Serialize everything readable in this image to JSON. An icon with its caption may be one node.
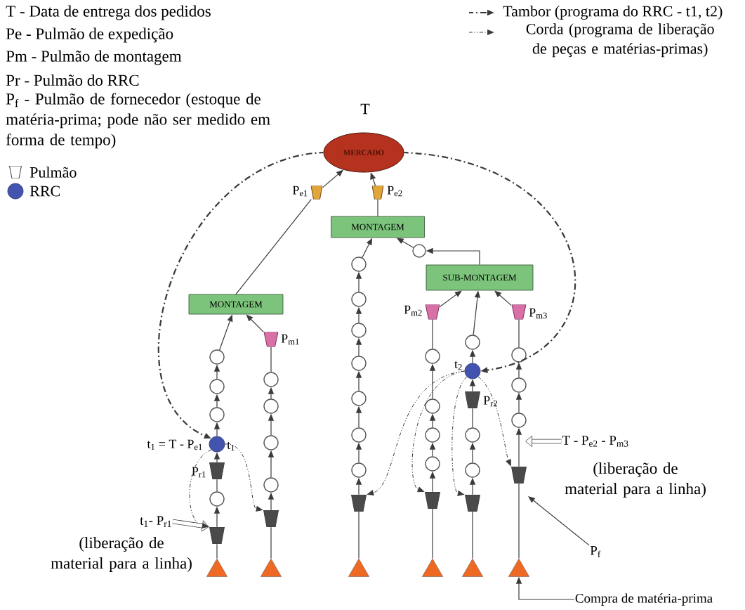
{
  "diagram": {
    "nodes": [
      {
        "text": [
          "MERCADO"
        ],
        "beside": [
          "T"
        ]
      },
      {
        "text": [],
        "shape": "trapezoid",
        "beside": [
          "P$_{e1}$"
        ]
      },
      {
        "text": [],
        "shape": "trapezoid",
        "beside": [
          "P$_{e2}$"
        ]
      },
      {
        "text": [
          "MONTAGEM"
        ]
      },
      {
        "text": [],
        "shape": "circle"
      },
      {
        "text": [
          "SUB-MONTAGEM"
        ]
      },
      {
        "text": [
          "MONTAGEM"
        ]
      },
      {
        "text": [],
        "shape": "trapezoid",
        "beside": [
          "P$_{m1}$"
        ]
      },
      {
        "text": [],
        "shape": "trapezoid",
        "beside": [
          "P$_{m2}$"
        ]
      },
      {
        "text": [],
        "shape": "trapezoid",
        "beside": [
          "P$_{m3}$"
        ]
      },
      {
        "text": [],
        "shape": "circle"
      },
      {
        "text": [],
        "shape": "circle"
      },
      {
        "text": [],
        "shape": "circle"
      },
      {
        "text": [],
        "shape": "circle",
        "beside": [
          "t$_{1}$ = T - P$_{e1}$",
          "t$_{1}$"
        ]
      },
      {
        "text": [],
        "shape": "trapezoid",
        "beside": [
          "P$_{r1}$"
        ]
      },
      {
        "text": [],
        "shape": "circle"
      },
      {
        "text": [],
        "shape": "trapezoid"
      },
      {
        "text": [],
        "shape": "triangle"
      },
      {
        "text": [],
        "shape": "circle"
      },
      {
        "text": [],
        "shape": "circle"
      },
      {
        "text": [],
        "shape": "circle"
      },
      {
        "text": [],
        "shape": "circle"
      },
      {
        "text": [],
        "shape": "trapezoid"
      },
      {
        "text": [],
        "shape": "triangle"
      },
      {
        "text": [],
        "shape": "circle"
      },
      {
        "text": [],
        "shape": "circle"
      },
      {
        "text": [],
        "shape": "circle"
      },
      {
        "text": [],
        "shape": "circle"
      },
      {
        "text": [],
        "shape": "circle"
      },
      {
        "text": [],
        "shape": "circle"
      },
      {
        "text": [],
        "shape": "circle"
      },
      {
        "text": [],
        "shape": "trapezoid"
      },
      {
        "text": [],
        "shape": "triangle"
      },
      {
        "text": [],
        "shape": "circle"
      },
      {
        "text": [],
        "shape": "circle"
      },
      {
        "text": [],
        "shape": "circle"
      },
      {
        "text": [],
        "shape": "circle"
      },
      {
        "text": [],
        "shape": "trapezoid"
      },
      {
        "text": [],
        "shape": "triangle"
      },
      {
        "text": [],
        "shape": "circle"
      },
      {
        "text": [],
        "shape": "circle",
        "beside": [
          "t$_{2}$"
        ]
      },
      {
        "text": [],
        "shape": "trapezoid",
        "beside": [
          "P$_{r2}$"
        ]
      },
      {
        "text": [],
        "shape": "circle"
      },
      {
        "text": [],
        "shape": "circle"
      },
      {
        "text": [],
        "shape": "trapezoid"
      },
      {
        "text": [],
        "shape": "triangle"
      },
      {
        "text": [],
        "shape": "circle"
      },
      {
        "text": [],
        "shape": "circle"
      },
      {
        "text": [],
        "shape": "circle"
      },
      {
        "text": [],
        "shape": "trapezoid"
      },
      {
        "text": [],
        "shape": "triangle"
      },
      {
        "text": [
          "t$_{1}$- P$_{r1}$"
        ]
      },
      {
        "text": [
          "T - P$_{e2}$ - P$_{m3}$"
        ]
      },
      {
        "text": [
          "P$_{f}$"
        ]
      },
      {
        "text": [
          "Compra de matéria-prima"
        ]
      }
    ],
    "edges": [
      {
        "from": 1,
        "to": 0,
        "arrow": "to"
      },
      {
        "from": 6,
        "to": 1,
        "arrow": "none"
      },
      {
        "from": 2,
        "to": 0,
        "arrow": "to"
      },
      {
        "from": 3,
        "to": 2,
        "arrow": "none"
      },
      {
        "from": 4,
        "to": 3,
        "arrow": "to"
      },
      {
        "from": 5,
        "to": 4,
        "arrow": "to"
      },
      {
        "from": 24,
        "to": 3,
        "arrow": "to"
      },
      {
        "from": 10,
        "to": 6,
        "arrow": "to"
      },
      {
        "from": 7,
        "to": 6,
        "arrow": "to"
      },
      {
        "from": 18,
        "to": 7,
        "arrow": "none"
      },
      {
        "from": 8,
        "to": 5,
        "arrow": "to"
      },
      {
        "from": 39,
        "to": 5,
        "arrow": "to"
      },
      {
        "from": 9,
        "to": 5,
        "arrow": "to"
      },
      {
        "from": 33,
        "to": 8,
        "arrow": "none"
      },
      {
        "from": 46,
        "to": 9,
        "arrow": "none"
      },
      {
        "from": 17,
        "to": 16,
        "arrow": "none"
      },
      {
        "from": 16,
        "to": 15,
        "arrow": "to"
      },
      {
        "from": 15,
        "to": 14,
        "arrow": "none"
      },
      {
        "from": 14,
        "to": 13,
        "arrow": "to"
      },
      {
        "from": 13,
        "to": 12,
        "arrow": "to"
      },
      {
        "from": 12,
        "to": 11,
        "arrow": "to"
      },
      {
        "from": 11,
        "to": 10,
        "arrow": "to"
      },
      {
        "from": 23,
        "to": 22,
        "arrow": "none"
      },
      {
        "from": 22,
        "to": 21,
        "arrow": "to"
      },
      {
        "from": 21,
        "to": 20,
        "arrow": "to"
      },
      {
        "from": 20,
        "to": 19,
        "arrow": "to"
      },
      {
        "from": 19,
        "to": 18,
        "arrow": "to"
      },
      {
        "from": 32,
        "to": 31,
        "arrow": "none"
      },
      {
        "from": 31,
        "to": 30,
        "arrow": "to"
      },
      {
        "from": 30,
        "to": 29,
        "arrow": "to"
      },
      {
        "from": 29,
        "to": 28,
        "arrow": "to"
      },
      {
        "from": 28,
        "to": 27,
        "arrow": "to"
      },
      {
        "from": 27,
        "to": 26,
        "arrow": "to"
      },
      {
        "from": 26,
        "to": 25,
        "arrow": "to"
      },
      {
        "from": 25,
        "to": 24,
        "arrow": "to"
      },
      {
        "from": 38,
        "to": 37,
        "arrow": "none"
      },
      {
        "from": 37,
        "to": 36,
        "arrow": "to"
      },
      {
        "from": 36,
        "to": 35,
        "arrow": "to"
      },
      {
        "from": 35,
        "to": 34,
        "arrow": "to"
      },
      {
        "from": 34,
        "to": 33,
        "arrow": "to"
      },
      {
        "from": 45,
        "to": 44,
        "arrow": "none"
      },
      {
        "from": 44,
        "to": 43,
        "arrow": "to"
      },
      {
        "from": 43,
        "to": 42,
        "arrow": "to"
      },
      {
        "from": 42,
        "to": 41,
        "arrow": "none"
      },
      {
        "from": 41,
        "to": 40,
        "arrow": "to"
      },
      {
        "from": 40,
        "to": 39,
        "arrow": "to"
      },
      {
        "from": 50,
        "to": 49,
        "arrow": "none"
      },
      {
        "from": 49,
        "to": 48,
        "arrow": "to"
      },
      {
        "from": 48,
        "to": 47,
        "arrow": "to"
      },
      {
        "from": 47,
        "to": 46,
        "arrow": "to"
      },
      {
        "from": 0,
        "to": 13,
        "arrow": "to",
        "style": "dashed"
      },
      {
        "from": 0,
        "to": 40,
        "arrow": "to",
        "style": "dashed"
      },
      {
        "from": 13,
        "to": 16,
        "arrow": "to",
        "style": "dashed"
      },
      {
        "from": 13,
        "to": 22,
        "arrow": "to",
        "style": "dashed"
      },
      {
        "from": 40,
        "to": 31,
        "arrow": "to",
        "style": "dashed"
      },
      {
        "from": 40,
        "to": 37,
        "arrow": "to",
        "style": "dashed"
      },
      {
        "from": 40,
        "to": 44,
        "arrow": "to",
        "style": "dashed"
      },
      {
        "from": 40,
        "to": 49,
        "arrow": "to",
        "style": "dashed"
      },
      {
        "from": 51,
        "to": 16,
        "arrow": "to",
        "style": "thick"
      },
      {
        "from": 52,
        "to": null,
        "arrow": "to",
        "style": "thick"
      },
      {
        "from": 53,
        "to": null,
        "arrow": "to"
      },
      {
        "from": 54,
        "to": 50,
        "arrow": "to"
      }
    ],
    "labels": [
      "T - Data de entrega dos pedidos",
      "Pe - Pulmão de expedição",
      "Pm - Pulmão de montagem",
      "Pr - Pulmão do RRC",
      "P$_{f}$ - Pulmão de fornecedor (estoque de matéria-prima; pode não ser medido em forma de tempo)",
      "(liberação de material para a linha)",
      "(liberação de material para a linha)"
    ],
    "legend": [
      {
        "text": "Tambor (programa do RRC - t1, t2)"
      },
      {
        "text": "Corda (programa de liberação de peças e matérias-primas)"
      },
      {
        "text": "Pulmão"
      },
      {
        "text": "RRC"
      }
    ]
  }
}
